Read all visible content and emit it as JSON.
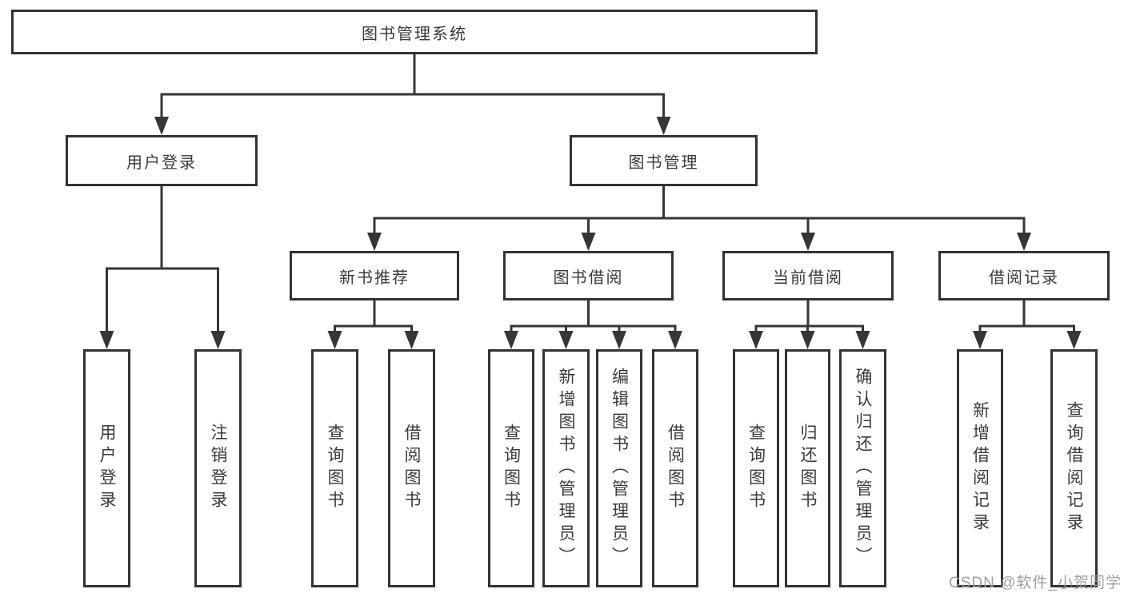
{
  "diagram": {
    "type": "org-tree",
    "line_color": "#363636",
    "box_border_color": "#333333",
    "text_color": "#3b3b3b",
    "background": "#ffffff"
  },
  "tree": {
    "label": "图书管理系统",
    "children": [
      {
        "label": "用户登录",
        "children": [
          {
            "label": "用户登录"
          },
          {
            "label": "注销登录"
          }
        ]
      },
      {
        "label": "图书管理",
        "children": [
          {
            "label": "新书推荐",
            "children": [
              {
                "label": "查询图书"
              },
              {
                "label": "借阅图书"
              }
            ]
          },
          {
            "label": "图书借阅",
            "children": [
              {
                "label": "查询图书"
              },
              {
                "label": "新增图书（管理员）"
              },
              {
                "label": "编辑图书（管理员）"
              },
              {
                "label": "借阅图书"
              }
            ]
          },
          {
            "label": "当前借阅",
            "children": [
              {
                "label": "查询图书"
              },
              {
                "label": "归还图书"
              },
              {
                "label": "确认归还（管理员）"
              }
            ]
          },
          {
            "label": "借阅记录",
            "children": [
              {
                "label": "新增借阅记录"
              },
              {
                "label": "查询借阅记录"
              }
            ]
          }
        ]
      }
    ]
  },
  "watermark": "CSDN @软件_小贺同学"
}
